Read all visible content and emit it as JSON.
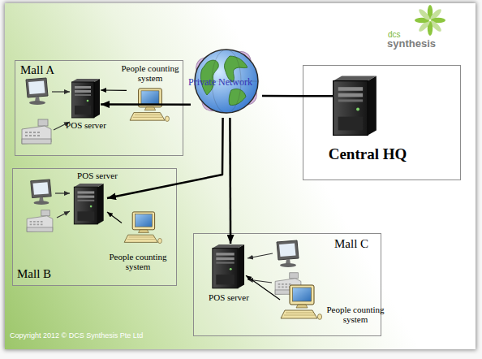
{
  "diagram": {
    "nodes": [
      {
        "text": [
          "Mall A"
        ]
      },
      {
        "text": [
          "People counting system"
        ],
        "in": 0
      },
      {
        "text": [
          "POS server"
        ],
        "in": 0
      },
      {
        "text": [
          "Private Network"
        ]
      },
      {
        "text": [
          "Central HQ"
        ]
      },
      {
        "text": [
          "Mall B"
        ]
      },
      {
        "text": [
          "POS server"
        ],
        "in": 5
      },
      {
        "text": [
          "People counting system"
        ],
        "in": 5
      },
      {
        "text": [
          "Mall C"
        ]
      },
      {
        "text": [
          "POS server"
        ],
        "in": 8
      },
      {
        "text": [
          "People counting system"
        ],
        "in": 8
      }
    ],
    "edges": [
      {
        "from": 1,
        "to": 2,
        "arrow": "to"
      },
      {
        "from": 3,
        "to": 2,
        "arrow": "to"
      },
      {
        "from": 4,
        "to": 3,
        "arrow": "none"
      },
      {
        "from": 3,
        "to": 6,
        "arrow": "to"
      },
      {
        "from": 7,
        "to": 6,
        "arrow": "to"
      },
      {
        "from": 3,
        "to": 9,
        "arrow": "to"
      },
      {
        "from": 10,
        "to": 9,
        "arrow": "to"
      }
    ],
    "labels": [
      "dcs",
      "synthesis",
      "Copyright 2012 © DCS Synthesis Pte Ltd"
    ]
  }
}
